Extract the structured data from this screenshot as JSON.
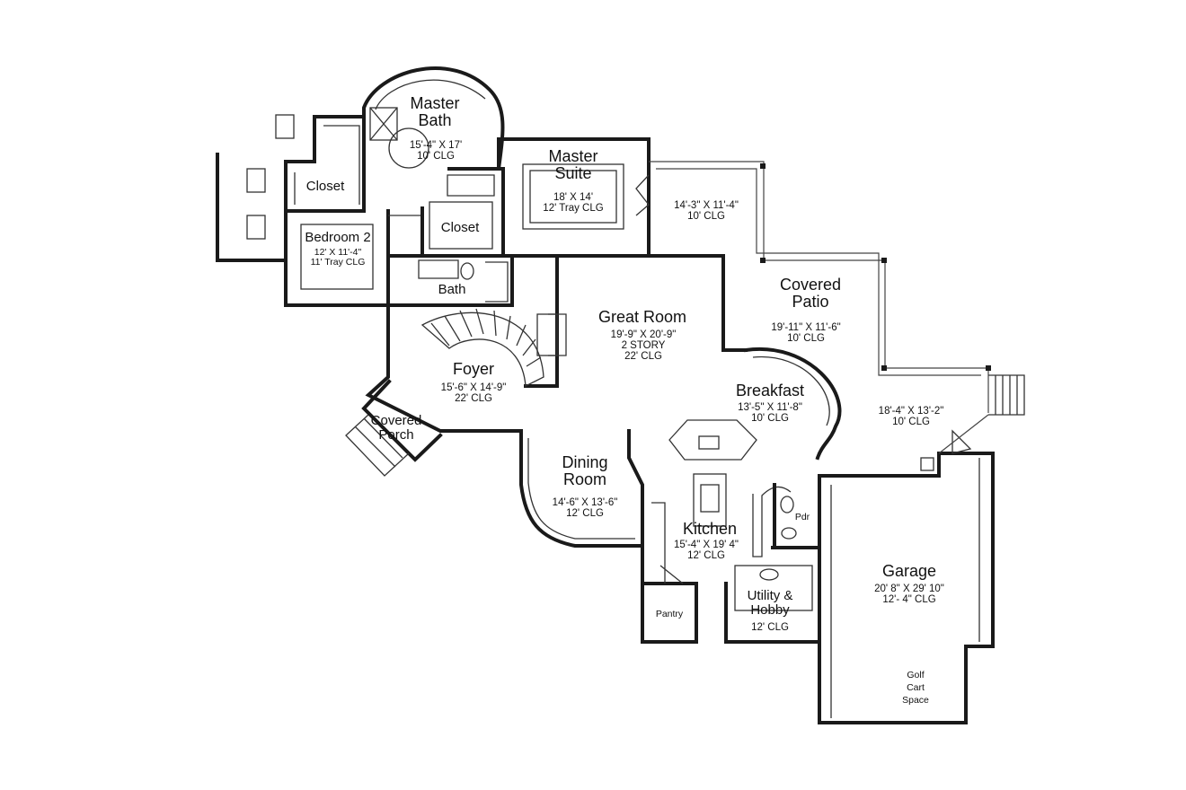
{
  "rooms": {
    "master_bath": {
      "name_1": "Master",
      "name_2": "Bath",
      "dims": "15'-4\" X 17'",
      "ceiling": "10' CLG"
    },
    "master_suite": {
      "name_1": "Master",
      "name_2": "Suite",
      "dims": "18' X 14'",
      "ceiling": "12' Tray CLG"
    },
    "closet_left": {
      "name": "Closet"
    },
    "closet_center": {
      "name": "Closet"
    },
    "bedroom_2": {
      "name": "Bedroom 2",
      "dims": "12' X 11'-4\"",
      "ceiling": "11' Tray CLG"
    },
    "bath": {
      "name": "Bath"
    },
    "porch_upper": {
      "dims": "14'-3\" X 11'-4\"",
      "ceiling": "10' CLG"
    },
    "covered_patio": {
      "name_1": "Covered",
      "name_2": "Patio",
      "dims": "19'-11\" X 11'-6\"",
      "ceiling": "10' CLG"
    },
    "great_room": {
      "name": "Great Room",
      "dims": "19'-9\" X 20'-9\"",
      "story": "2 STORY",
      "ceiling": "22' CLG"
    },
    "foyer": {
      "name": "Foyer",
      "dims": "15'-6\" X 14'-9\"",
      "ceiling": "22' CLG"
    },
    "covered_porch": {
      "name_1": "Covered",
      "name_2": "Porch"
    },
    "breakfast": {
      "name": "Breakfast",
      "dims": "13'-5\" X 11'-8\"",
      "ceiling": "10' CLG"
    },
    "porch_right": {
      "dims": "18'-4\" X 13'-2\"",
      "ceiling": "10' CLG"
    },
    "dining_room": {
      "name_1": "Dining",
      "name_2": "Room",
      "dims": "14'-6\" X 13'-6\"",
      "ceiling": "12' CLG"
    },
    "kitchen": {
      "name": "Kitchen",
      "dims": "15'-4\" X 19' 4\"",
      "ceiling": "12' CLG"
    },
    "powder": {
      "name": "Pdr"
    },
    "pantry": {
      "name": "Pantry"
    },
    "utility_hobby": {
      "name_1": "Utility &",
      "name_2": "Hobby",
      "ceiling": "12' CLG"
    },
    "garage": {
      "name": "Garage",
      "dims": "20' 8\" X 29' 10\"",
      "ceiling": "12'- 4\" CLG"
    },
    "golf_cart": {
      "line_1": "Golf",
      "line_2": "Cart",
      "line_3": "Space"
    }
  }
}
